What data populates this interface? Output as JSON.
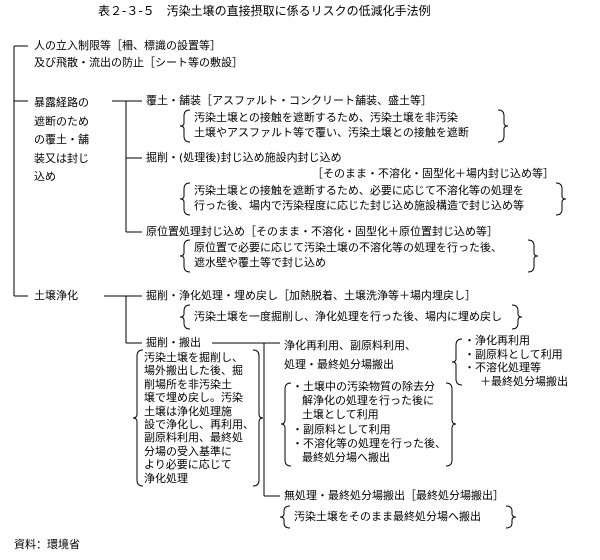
{
  "title": "表２-３-５　汚染土壌の直接摂取に係るリスクの低減化手法例",
  "access": {
    "line1": "人の立入制限等［柵、標識の設置等］",
    "line2": "及び飛散・流出の防止［シート等の敷設］"
  },
  "exposure_cut": {
    "label_lines": [
      "暴露経路の",
      "遮断のため",
      "の覆土・舗",
      "装又は封じ",
      "込め"
    ],
    "cover": {
      "heading": "覆土・舗装［アスファルト・コンクリート舗装、盛土等］",
      "desc": [
        "汚染土壌との接触を遮断するため、汚染土壌を非汚染",
        "土壌やアスファルト等で覆い、汚染土壌との接触を遮断"
      ]
    },
    "excavation_contain": {
      "heading": "掘削・(処理後)封じ込め施設内封じ込め",
      "heading2": "［そのまま・不溶化・固型化＋場内封じ込め等］",
      "desc": [
        "汚染土壌との接触を遮断するため、必要に応じて不溶化等の処理を",
        "行った後、場内で汚染程度に応じた封じ込め施設構造で封じ込め等"
      ]
    },
    "in_situ": {
      "heading": "原位置処理封じ込め［そのまま・不溶化・固型化＋原位置封じ込め等］",
      "desc": [
        "原位置で必要に応じて汚染土壌の不溶化等の処理を行った後、",
        "遮水壁や覆土等で封じ込め"
      ]
    }
  },
  "purification": {
    "label": "土壌浄化",
    "backfill": {
      "heading": "掘削・浄化処理・埋め戻し［加熱脱着、土壌洗浄等＋場内埋戻し］",
      "desc": "汚染土壌を一度掘削し、浄化処理を行った後、場内に埋め戻し"
    },
    "excavation_removal": {
      "label": "掘削・搬出",
      "desc": [
        "汚染土壌を掘削し、",
        "場外搬出した後、掘",
        "削場所を非汚染土",
        "壌で埋め戻し。汚染",
        "土壌は浄化処理施",
        "設で浄化し、再利用、",
        "副原料利用、最終処",
        "分場の受入基準に",
        "より必要に応じて",
        "浄化処理"
      ],
      "reuse": {
        "heading_lines": [
          "浄化再利用、副原料利用、",
          "処理・最終処分場搬出"
        ],
        "side_list": [
          "・浄化再利用",
          "・副原料として利用",
          "・不溶化処理等",
          "＋最終処分場搬出"
        ],
        "items": [
          "・土壌中の汚染物質の除去分",
          "解浄化の処理を行った後に",
          "土壌として利用",
          "・副原料として利用",
          "・不溶化等の処理を行った後、",
          "最終処分場へ搬出"
        ]
      },
      "disposal": {
        "heading": "無処理・最終処分場搬出［最終処分場搬出］",
        "desc": "汚染土壌をそのまま最終処分場へ搬出"
      }
    }
  },
  "source": "資料：環境省"
}
